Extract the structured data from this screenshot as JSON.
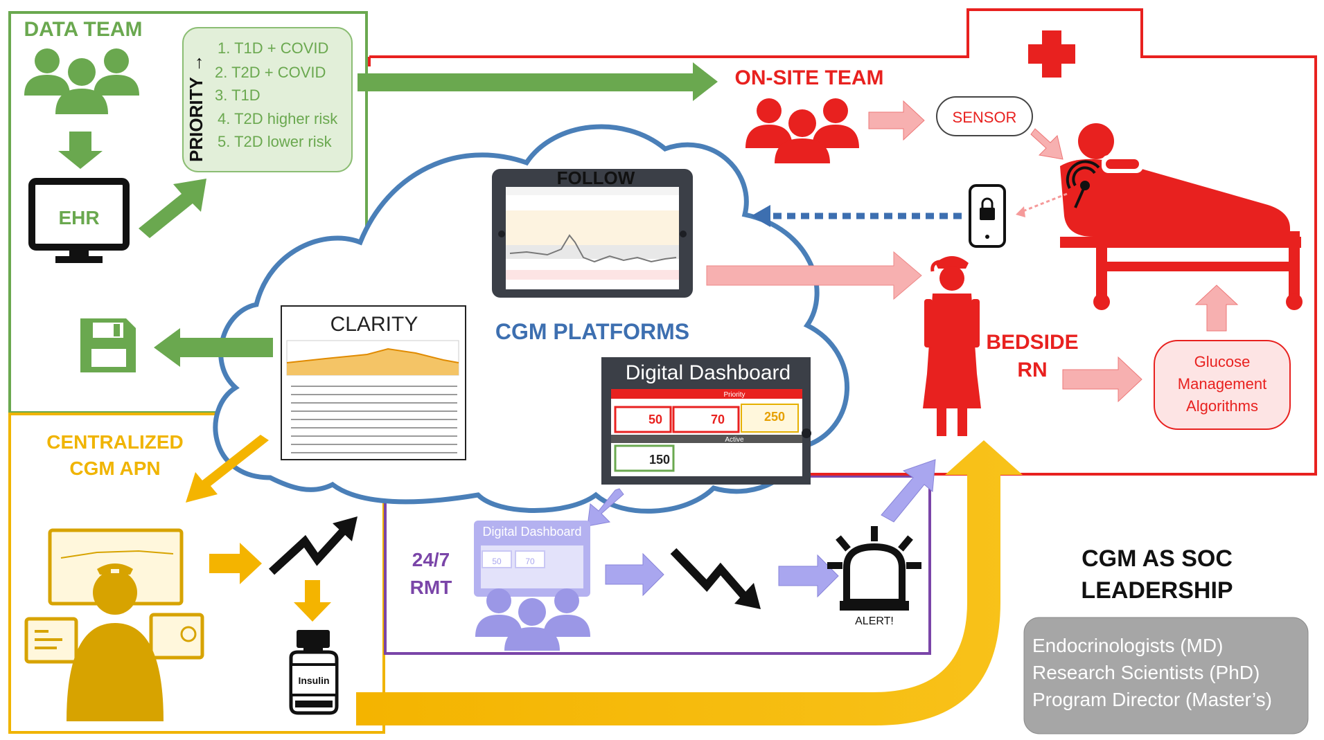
{
  "data_team": {
    "title": "DATA TEAM",
    "ehr_label": "EHR",
    "priority_heading": "PRIORITY →",
    "priority_items": [
      "1. T1D + COVID",
      "2. T2D + COVID",
      "3. T1D",
      "4. T2D higher risk",
      "5. T2D lower risk"
    ]
  },
  "onsite": {
    "title": "ON-SITE TEAM",
    "sensor_label": "SENSOR",
    "bedside_rn_line1": "BEDSIDE",
    "bedside_rn_line2": "RN",
    "glucose_line1": "Glucose",
    "glucose_line2": "Management",
    "glucose_line3": "Algorithms"
  },
  "cloud": {
    "platforms_label": "CGM PLATFORMS",
    "follow_title": "FOLLOW",
    "clarity_title": "CLARITY",
    "dashboard_title": "Digital Dashboard",
    "dashboard_priority": "Priority",
    "dashboard_active": "Active",
    "dashboard_values": [
      "50",
      "70",
      "250",
      "150"
    ]
  },
  "apn": {
    "title_line1": "CENTRALIZED",
    "title_line2": "CGM APN",
    "insulin_label": "Insulin"
  },
  "rmt": {
    "title_line1": "24/7",
    "title_line2": "RMT",
    "dashboard_title": "Digital Dashboard",
    "dashboard_values": [
      "50",
      "70"
    ],
    "alert_label": "ALERT!"
  },
  "leadership": {
    "title_line1": "CGM AS SOC",
    "title_line2": "LEADERSHIP",
    "members": [
      "Endocrinologists (MD)",
      "Research Scientists (PhD)",
      "Program Director (Master’s)"
    ]
  },
  "colors": {
    "data_team_green": "#6aa84f",
    "onsite_red": "#e8211f",
    "apn_gold": "#e6b000",
    "rmt_purple": "#7a45a8",
    "cloud_blue": "#4a7fb8",
    "platform_blue": "#3d6fb0",
    "leader_gray": "#a6a6a6"
  }
}
